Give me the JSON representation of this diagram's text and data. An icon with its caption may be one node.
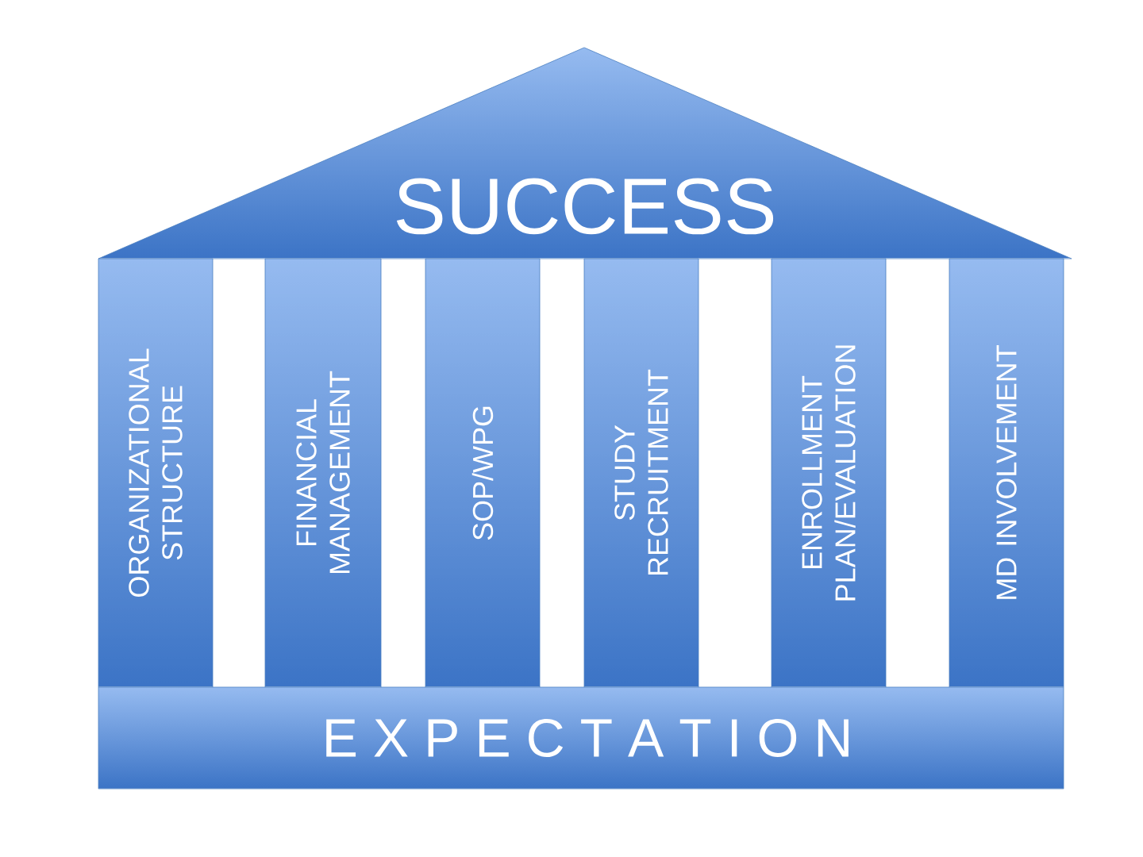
{
  "diagram": {
    "nodes": [
      {
        "text": [
          "SUCCESS"
        ]
      },
      {
        "text": [
          "ORGANIZATIONAL STRUCTURE"
        ]
      },
      {
        "text": [
          "FINANCIAL MANAGEMENT"
        ]
      },
      {
        "text": [
          "SOP/WPG"
        ]
      },
      {
        "text": [
          "STUDY RECRUITMENT"
        ]
      },
      {
        "text": [
          "ENROLLMENT PLAN/EVALUATION"
        ]
      },
      {
        "text": [
          "MD INVOLVEMENT"
        ]
      },
      {
        "text": [
          "E X P E C T A T I O N"
        ]
      }
    ]
  }
}
